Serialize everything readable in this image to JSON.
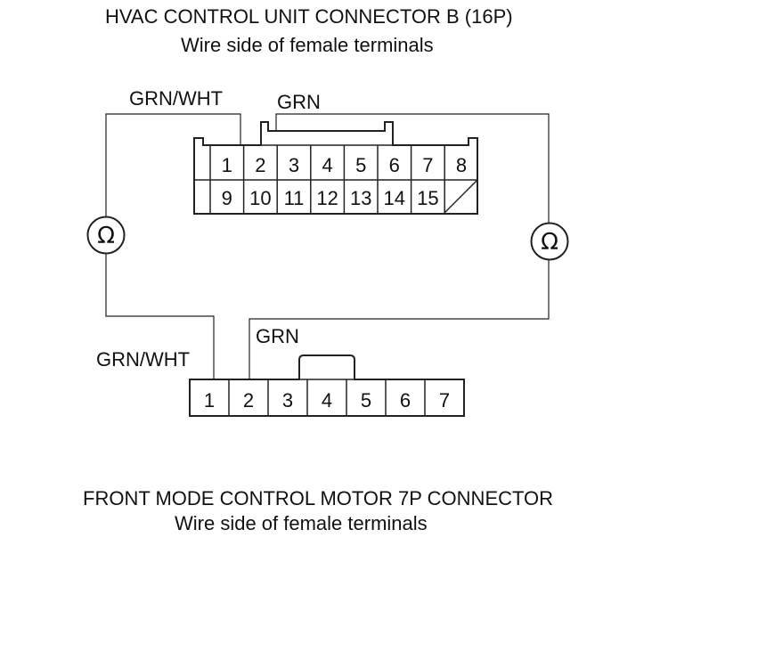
{
  "top_connector": {
    "title": "HVAC CONTROL UNIT CONNECTOR B (16P)",
    "subtitle": "Wire side of female terminals",
    "row1_pins": [
      "1",
      "2",
      "3",
      "4",
      "5",
      "6",
      "7",
      "8"
    ],
    "row2_pins": [
      "9",
      "10",
      "11",
      "12",
      "13",
      "14",
      "15"
    ]
  },
  "bottom_connector": {
    "title": "FRONT MODE CONTROL MOTOR 7P CONNECTOR",
    "subtitle": "Wire side of female terminals",
    "pins": [
      "1",
      "2",
      "3",
      "4",
      "5",
      "6",
      "7"
    ]
  },
  "wires": {
    "left_top_color": "GRN/WHT",
    "right_top_color": "GRN",
    "left_bottom_color": "GRN/WHT",
    "right_bottom_color": "GRN"
  },
  "meters": {
    "left_symbol": "Ω",
    "right_symbol": "Ω"
  }
}
